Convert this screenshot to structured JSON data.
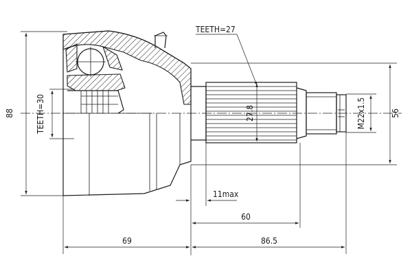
{
  "drawing": {
    "title": "CV joint technical drawing",
    "labels": {
      "teeth_outer": "TEETH=27",
      "teeth_inner": "TEETH=30",
      "thread": "M22x1.5",
      "spline_diameter": "27.8",
      "overall_diameter": "88",
      "shaft_diameter": "56",
      "offset_max": "11max",
      "spline_length": "60",
      "body_length": "69",
      "stub_length": "86.5"
    }
  }
}
